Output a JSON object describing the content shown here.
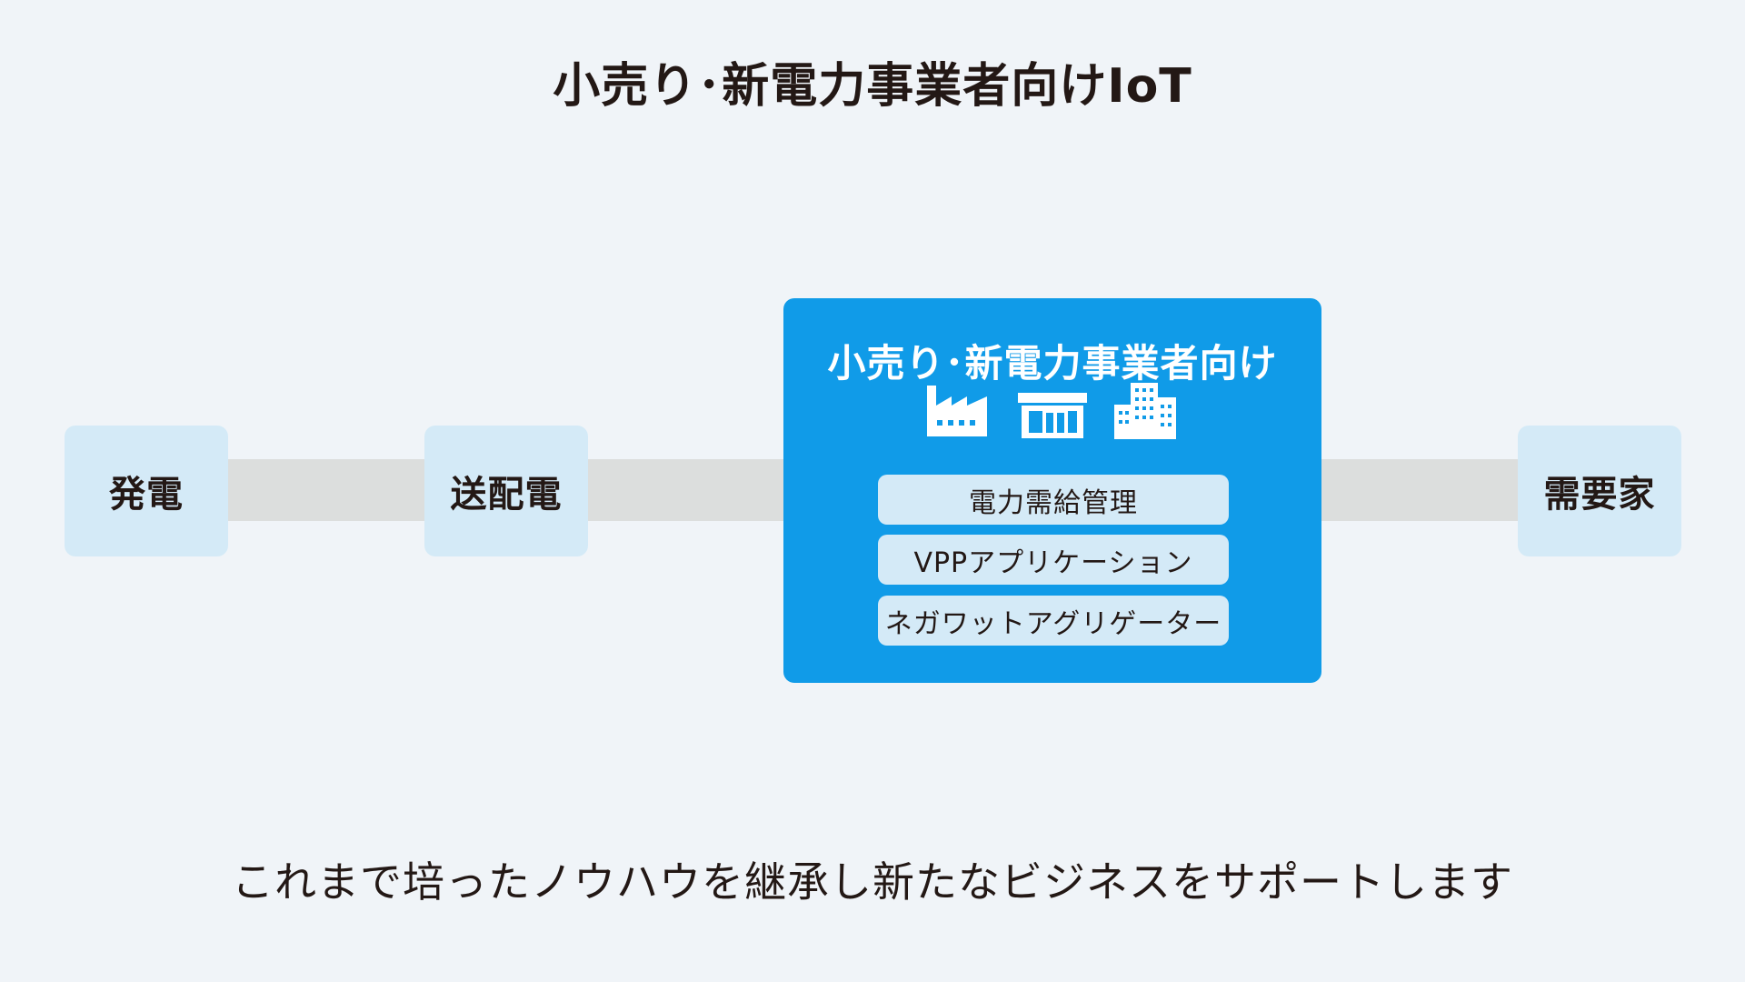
{
  "title": "小売り･新電力事業者向けIoT",
  "chain": {
    "generation": "発電",
    "transmission": "送配電",
    "consumer": "需要家"
  },
  "center": {
    "title": "小売り･新電力事業者向け",
    "icons": [
      "factory-icon",
      "store-icon",
      "office-building-icon"
    ],
    "items": [
      "電力需給管理",
      "VPPアプリケーション",
      "ネガワットアグリゲーター"
    ]
  },
  "footer": "これまで培ったノウハウを継承し新たなビジネスをサポートします",
  "colors": {
    "background": "#f0f4f8",
    "accent_blue": "#109be8",
    "light_blue": "#d4eaf7",
    "connector_gray": "#dcdedd",
    "text_dark": "#231815"
  }
}
